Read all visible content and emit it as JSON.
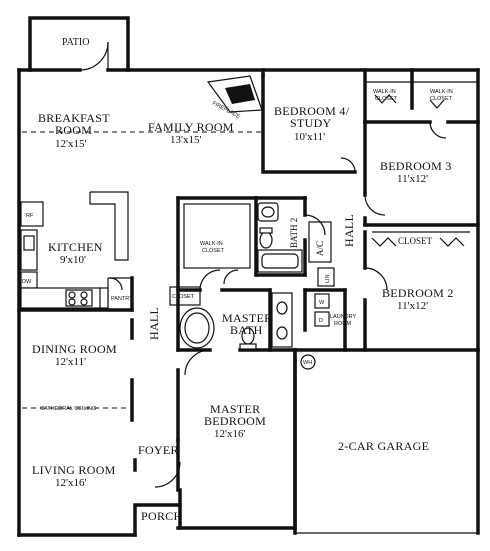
{
  "rooms": {
    "patio": {
      "name": "PATIO"
    },
    "breakfast": {
      "name_line1": "BREAKFAST",
      "name_line2": "ROOM",
      "dims": "12'x15'"
    },
    "family": {
      "name": "FAMILY ROOM",
      "dims": "13'x15'"
    },
    "fireplace": {
      "name": "FIREPLACE"
    },
    "bedroom4": {
      "name_line1": "BEDROOM 4/",
      "name_line2": "STUDY",
      "dims": "10'x11'"
    },
    "walkin_1": {
      "line1": "WALK-IN",
      "line2": "CLOSET"
    },
    "walkin_2": {
      "line1": "WALK-IN",
      "line2": "CLOSET"
    },
    "bedroom3": {
      "name": "BEDROOM 3",
      "dims": "11'x12'"
    },
    "kitchen": {
      "name": "KITCHEN",
      "dims": "9'x10'"
    },
    "walkin_master": {
      "line1": "WALK-IN",
      "line2": "CLOSET"
    },
    "bath2": {
      "name": "BATH 2"
    },
    "hall_east": {
      "name": "HALL"
    },
    "ac": {
      "name": "A/C"
    },
    "closet_b2": {
      "name": "CLOSET"
    },
    "bedroom2": {
      "name": "BEDROOM 2",
      "dims": "11'x12'"
    },
    "pantry": {
      "name": "PANTRY"
    },
    "closet_hall": {
      "name": "CLOSET"
    },
    "linen": {
      "name": "LIN"
    },
    "master_bath": {
      "name_line1": "MASTER",
      "name_line2": "BATH"
    },
    "laundry": {
      "name_line1": "LAUNDRY",
      "name_line2": "ROOM"
    },
    "hall_west": {
      "name": "HALL"
    },
    "dining": {
      "name": "DINING ROOM",
      "dims": "12'x11'"
    },
    "cathedral": {
      "name": "CATHEDRAL CEILING"
    },
    "master_bed": {
      "name_line1": "MASTER",
      "name_line2": "BEDROOM",
      "dims": "12'x16'"
    },
    "garage": {
      "name": "2-CAR GARAGE"
    },
    "foyer": {
      "name": "FOYER"
    },
    "living": {
      "name": "LIVING ROOM",
      "dims": "12'x16'"
    },
    "porch": {
      "name": "PORCH"
    }
  },
  "fixtures": {
    "refrigerator": "RF",
    "dishwasher": "DW",
    "washer": "W",
    "dryer": "D",
    "water_heater": "WH",
    "linen_shelf": "LINEN"
  }
}
